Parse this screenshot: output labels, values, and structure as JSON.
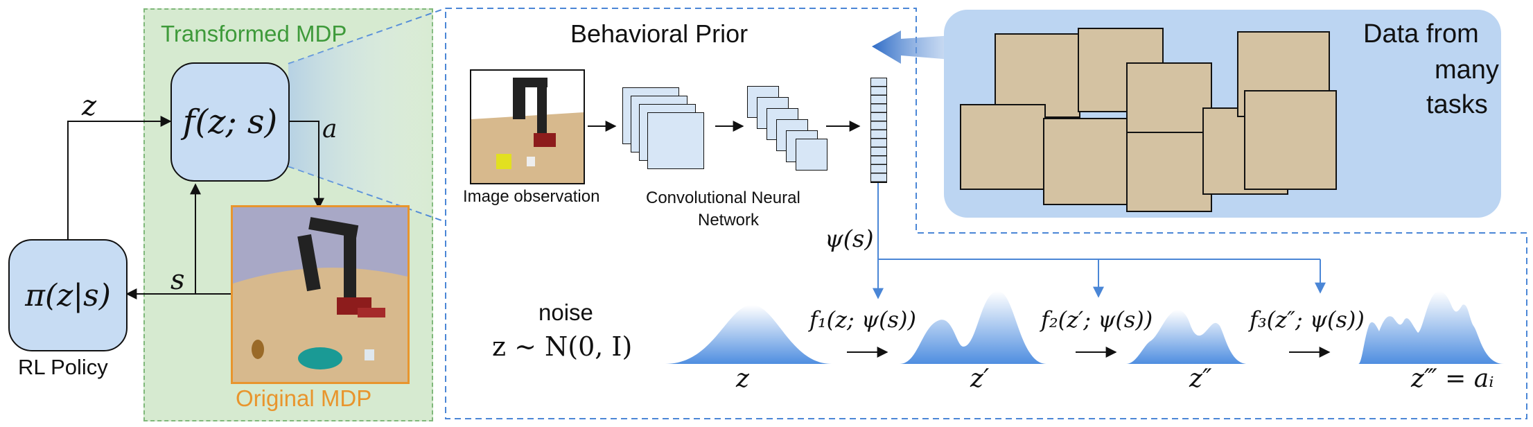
{
  "colors": {
    "green_panel": "#d6ead0",
    "green_title": "#3e9a3a",
    "orange": "#e8952d",
    "blue_box": "#c7dcf3",
    "arrow_blue": "#4a86d6",
    "dashed_blue": "#4a86d6"
  },
  "labels": {
    "transformed_mdp": "Transformed MDP",
    "original_mdp": "Original MDP",
    "rl_policy": "RL Policy",
    "behavioral_prior": "Behavioral Prior",
    "image_observation": "Image observation",
    "cnn_line1": "Convolutional Neural",
    "cnn_line2": "Network",
    "data_line1": "Data from",
    "data_line2": "many",
    "data_line3": "tasks",
    "noise": "noise"
  },
  "math": {
    "z": "z",
    "f_box": "f(z; s)",
    "a": "a",
    "s": "s",
    "pi_box": "π(z|s)",
    "psi": "ψ(s)",
    "noise_dist": "z ∼ N(0, I)",
    "f1": "f₁(z; ψ(s))",
    "f2": "f₂(z′; ψ(s))",
    "f3": "f₃(z″; ψ(s))",
    "z_label": "z",
    "z1_label": "z′",
    "z2_label": "z″",
    "z3_label": "z‴ = aᵢ"
  },
  "icons": {
    "robot_arm": "robot-arm-scene",
    "feature_vector": "feature-vector"
  }
}
